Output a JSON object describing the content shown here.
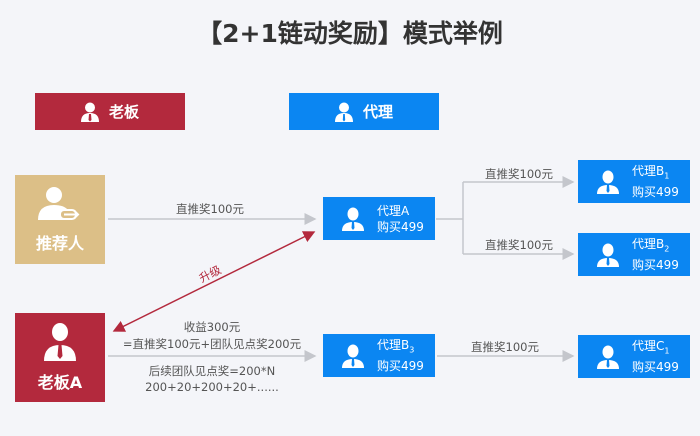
{
  "title": "【2+1链动奖励】模式举例",
  "legend": {
    "boss": "老板",
    "agent": "代理"
  },
  "nodes": {
    "referrer": "推荐人",
    "boss_a": "老板A",
    "agent_a": {
      "name": "代理A",
      "buy": "购买499"
    },
    "agent_b1": {
      "name": "代理B",
      "sub": "1",
      "buy": "购买499"
    },
    "agent_b2": {
      "name": "代理B",
      "sub": "2",
      "buy": "购买499"
    },
    "agent_b3": {
      "name": "代理B",
      "sub": "3",
      "buy": "购买499"
    },
    "agent_c1": {
      "name": "代理C",
      "sub": "1",
      "buy": "购买499"
    }
  },
  "edges": {
    "referrer_to_a": "直推奖100元",
    "a_to_b1": "直推奖100元",
    "a_to_b2": "直推奖100元",
    "b3_to_c1": "直推奖100元",
    "upgrade": "升级",
    "boss_income_1": "收益300元",
    "boss_income_2": "=直推奖100元+团队见点奖200元",
    "boss_future_1": "后续团队见点奖=200*N",
    "boss_future_2": "200+20+200+20+......"
  },
  "colors": {
    "red": "#b3293d",
    "blue": "#0b86f2",
    "tan": "#dcbf87",
    "line": "#c4c6cc"
  }
}
